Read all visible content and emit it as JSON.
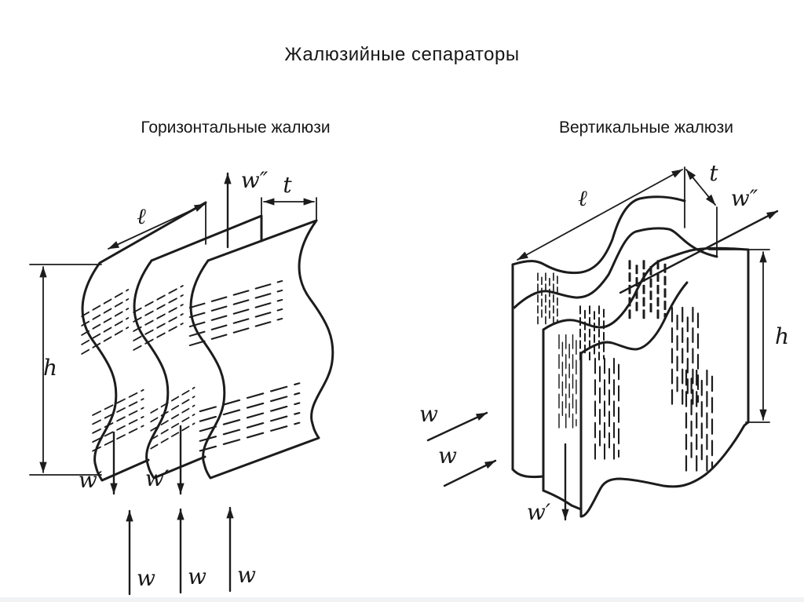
{
  "title": "Жалюзийные сепараторы",
  "colors": {
    "ink": "#1c1c1c",
    "background": "#ffffff",
    "footer_bar": "#f1f2f4"
  },
  "panels": {
    "left": {
      "subtitle": "Горизонтальные жалюзи",
      "labels": {
        "length": "ℓ",
        "pitch": "t",
        "height": "h",
        "inlet_velocity": "w",
        "drain_velocity": "w′",
        "outlet_velocity": "w″"
      }
    },
    "right": {
      "subtitle": "Вертикальные жалюзи",
      "labels": {
        "length": "ℓ",
        "pitch": "t",
        "height": "h",
        "inlet_velocity": "w",
        "drain_velocity": "w′",
        "outlet_velocity": "w″"
      }
    }
  }
}
